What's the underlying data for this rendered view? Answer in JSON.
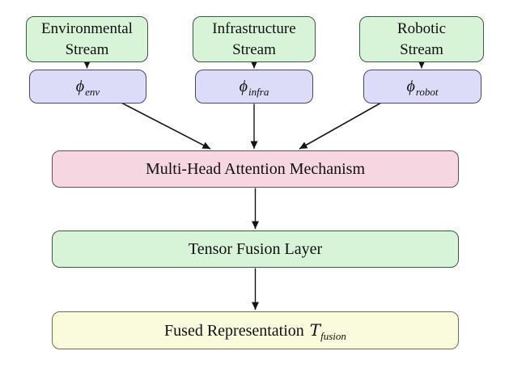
{
  "diagram_title": "",
  "colors": {
    "background": "#ffffff",
    "stream_fill": "#d8f4d8",
    "stream_border": "#3a5c3a",
    "phi_fill": "#dcdcf8",
    "phi_border": "#47476e",
    "attention_fill": "#f6d7e1",
    "attention_border": "#6e4a5c",
    "tensor_fill": "#d8f4d8",
    "tensor_border": "#3a5c3a",
    "fused_fill": "#fafadc",
    "fused_border": "#6e6e48",
    "arrow": "#141414",
    "text": "#101010"
  },
  "nodes": {
    "env_stream": {
      "lines": [
        "Environmental",
        "Stream"
      ]
    },
    "infra_stream": {
      "lines": [
        "Infrastructure",
        "Stream"
      ]
    },
    "robot_stream": {
      "lines": [
        "Robotic",
        "Stream"
      ]
    },
    "phi_env": {
      "base": "ϕ",
      "sub": "env"
    },
    "phi_infra": {
      "base": "ϕ",
      "sub": "infra"
    },
    "phi_robot": {
      "base": "ϕ",
      "sub": "robot"
    },
    "attention": {
      "label": "Multi-Head Attention Mechanism"
    },
    "tensor": {
      "label": "Tensor Fusion Layer"
    },
    "fused": {
      "prefix": "Fused Representation",
      "base": "T",
      "sub": "fusion"
    }
  },
  "edges": [
    {
      "from": "env_stream",
      "to": "phi_env"
    },
    {
      "from": "infra_stream",
      "to": "phi_infra"
    },
    {
      "from": "robot_stream",
      "to": "phi_robot"
    },
    {
      "from": "phi_env",
      "to": "attention"
    },
    {
      "from": "phi_infra",
      "to": "attention"
    },
    {
      "from": "phi_robot",
      "to": "attention"
    },
    {
      "from": "attention",
      "to": "tensor"
    },
    {
      "from": "tensor",
      "to": "fused"
    }
  ]
}
